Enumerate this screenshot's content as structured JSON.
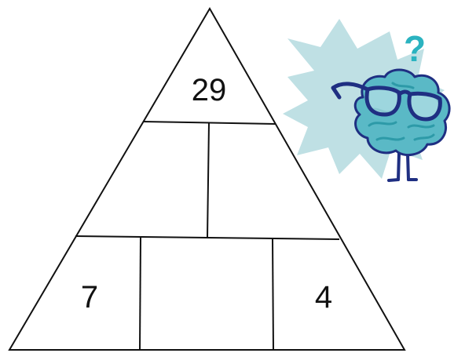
{
  "pyramid": {
    "top": "29",
    "middle_left": "",
    "middle_right": "",
    "bottom_left": "7",
    "bottom_middle": "",
    "bottom_right": "4"
  },
  "mascot": {
    "question_mark": "?",
    "colors": {
      "burst": "#bfe0e4",
      "brain_fill": "#5ab9c6",
      "brain_lines": "#2d9aa8",
      "glasses_and_legs": "#1f2f82",
      "question_mark": "#2bb3c0"
    }
  }
}
